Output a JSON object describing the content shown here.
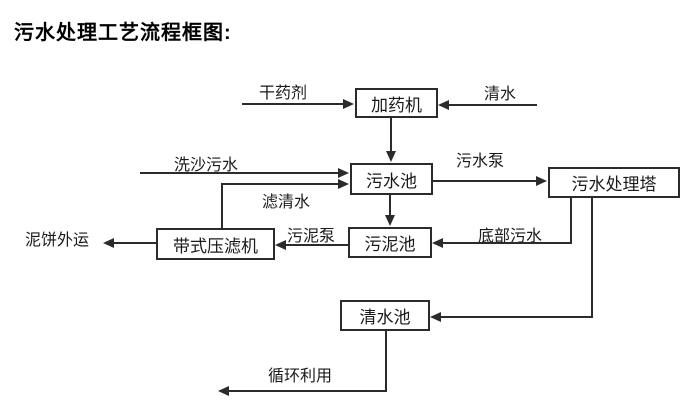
{
  "title": "污水处理工艺流程框图:",
  "nodes": {
    "dosing_machine": {
      "label": "加药机"
    },
    "sewage_pool": {
      "label": "污水池"
    },
    "treatment_tower": {
      "label": "污水处理塔"
    },
    "sludge_pool": {
      "label": "污泥池"
    },
    "belt_filter_press": {
      "label": "带式压滤机"
    },
    "clear_water_pool": {
      "label": "清水池"
    }
  },
  "flow_labels": {
    "dry_agent": "干药剂",
    "clear_water": "清水",
    "sand_washing_sewage": "洗沙污水",
    "sewage_pump": "污水泵",
    "filtered_water": "滤清水",
    "sludge_pump": "污泥泵",
    "bottom_sewage": "底部污水",
    "mud_cake_out": "泥饼外运",
    "recycle": "循环利用"
  },
  "colors": {
    "background": "#ffffff",
    "line": "#2b2b2b",
    "text": "#1a1a1a"
  }
}
